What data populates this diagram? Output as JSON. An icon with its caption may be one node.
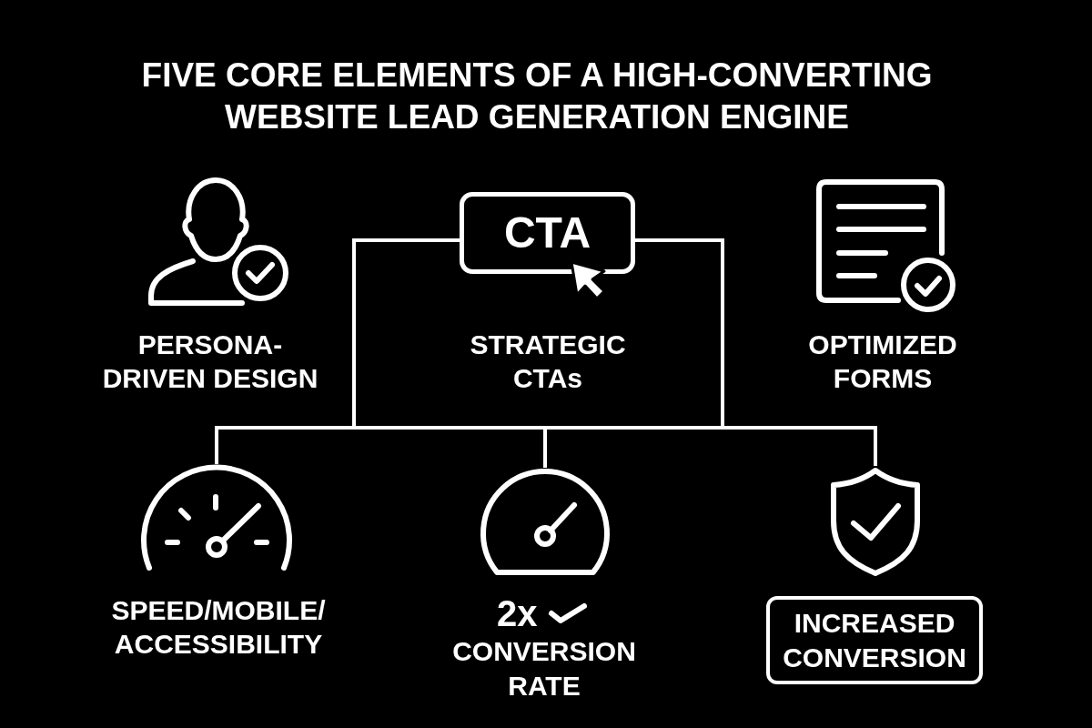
{
  "diagram": {
    "title": "FIVE CORE ELEMENTS OF A HIGH-CONVERTING WEBSITE LEAD GENERATION ENGINE",
    "nodes": [
      {
        "text": [],
        "shape": "picture",
        "beside": [
          "PERSONA- DRIVEN DESIGN"
        ]
      },
      {
        "text": [
          "CTA"
        ],
        "beside": [
          "STRATEGIC CTAs"
        ]
      },
      {
        "text": [],
        "shape": "picture",
        "beside": [
          "OPTIMIZED FORMS"
        ]
      },
      {
        "text": [],
        "shape": "picture",
        "beside": [
          "SPEED/MOBILE/ ACCESSIBILITY"
        ]
      },
      {
        "text": [],
        "shape": "picture",
        "beside": [
          "2x",
          "CONVERSION RATE"
        ]
      },
      {
        "text": [],
        "shape": "picture"
      },
      {
        "text": [
          "INCREASED CONVERSION"
        ]
      }
    ],
    "edges": [
      {
        "from": 1,
        "to": 3,
        "arrow": "none"
      },
      {
        "from": 1,
        "to": 4,
        "arrow": "none"
      },
      {
        "from": 1,
        "to": 5,
        "arrow": "none"
      }
    ]
  }
}
